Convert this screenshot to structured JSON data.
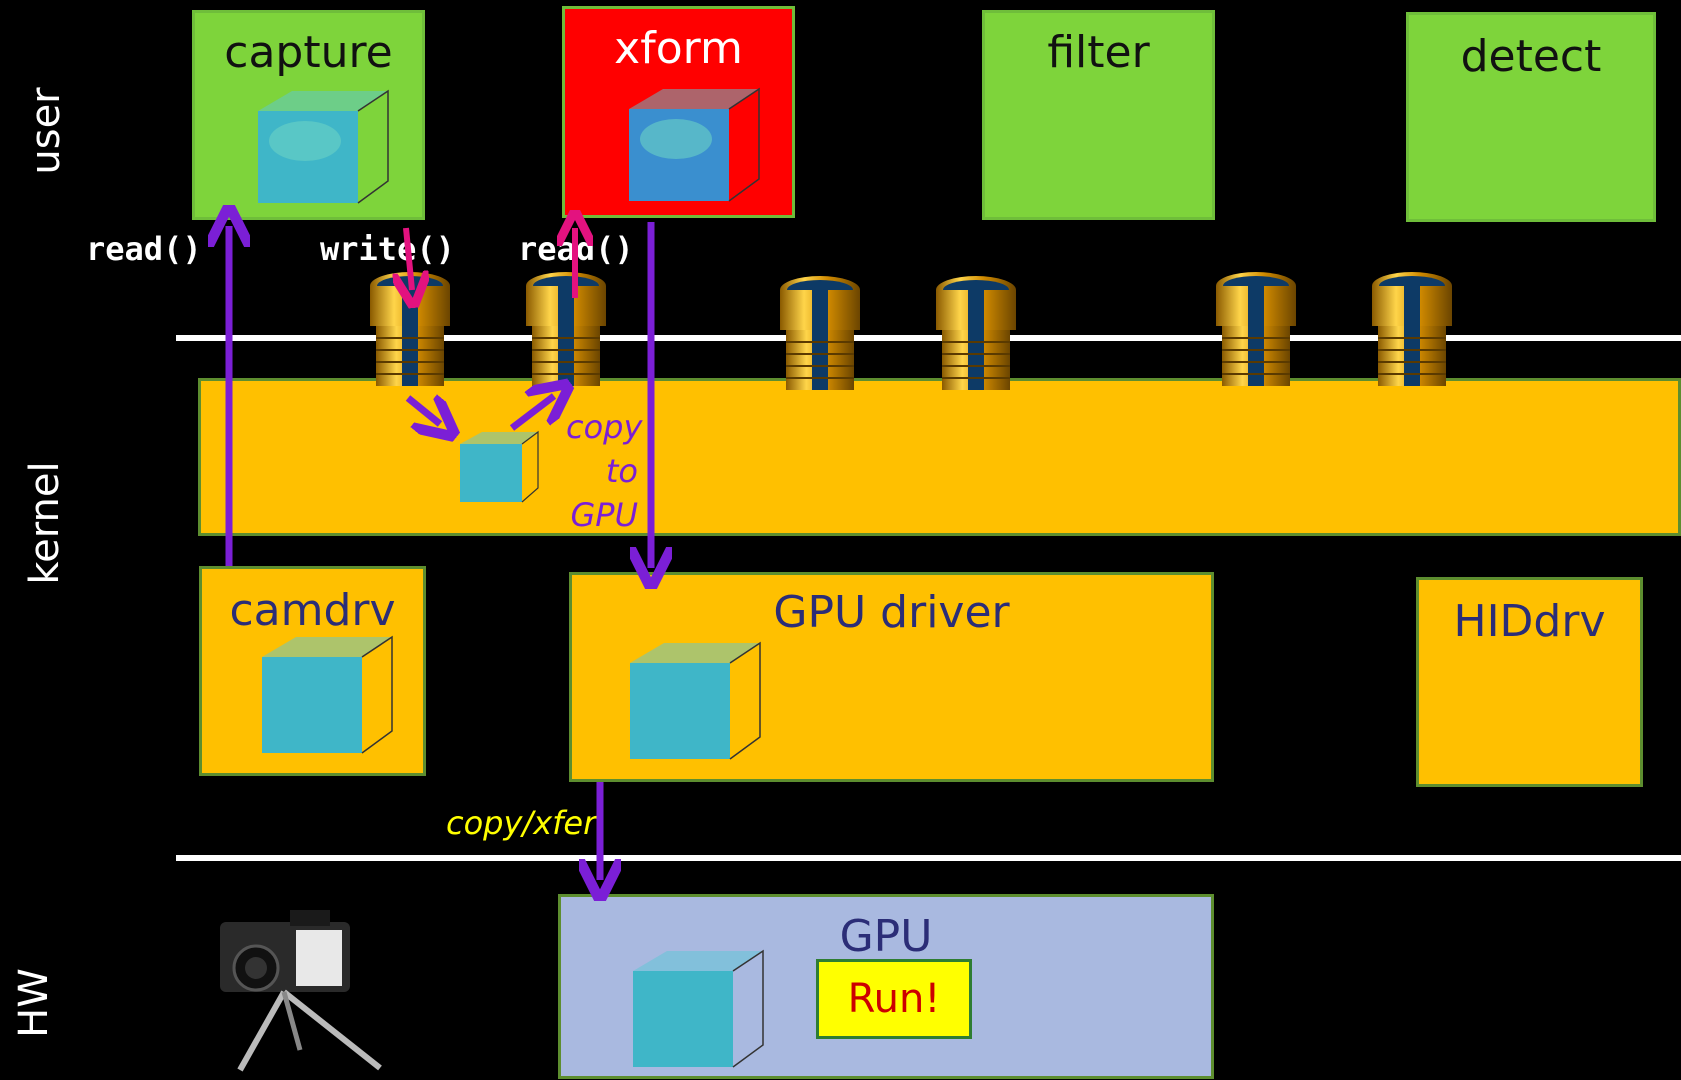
{
  "layers": {
    "user": "user",
    "kernel": "kernel",
    "hw": "HW"
  },
  "user_boxes": {
    "capture": "capture",
    "xform": "xform",
    "filter": "filter",
    "detect": "detect"
  },
  "syscalls": {
    "read1": "read()",
    "write": "write()",
    "read2": "read()"
  },
  "kernel_notes": {
    "copy": "copy",
    "to": "to",
    "gpu": "GPU"
  },
  "drivers": {
    "camdrv": "camdrv",
    "gpu_driver": "GPU driver",
    "hiddrv": "HIDdrv"
  },
  "hw": {
    "copy_xfer": "copy/xfer",
    "gpu": "GPU",
    "run": "Run!"
  },
  "colors": {
    "user_green": "#7ed43b",
    "xform_red": "#ff0000",
    "kernel_orange": "#ffc000",
    "gpu_blue": "#a9b9e0",
    "arrow_purple": "#7b1fd6",
    "arrow_pink": "#e3127f"
  }
}
